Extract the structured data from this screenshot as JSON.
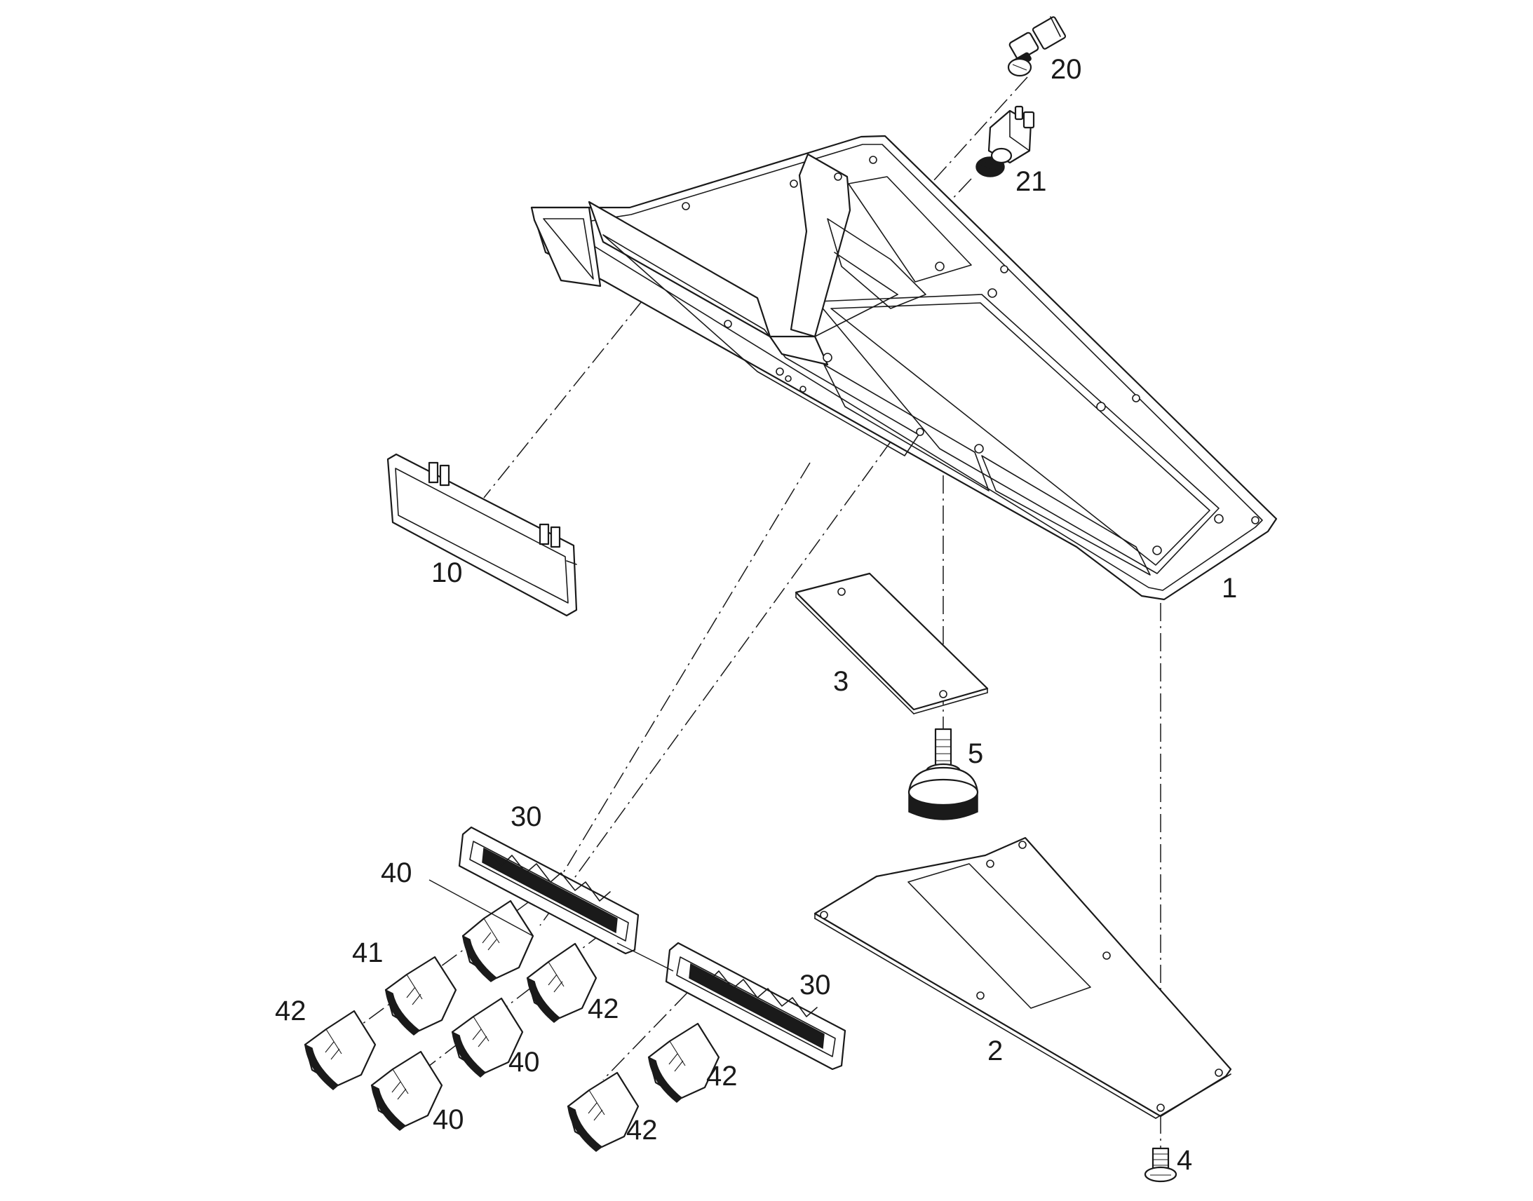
{
  "diagram": {
    "callouts": [
      "1",
      "2",
      "3",
      "4",
      "5",
      "10",
      "20",
      "21",
      "30",
      "30",
      "40",
      "40",
      "40",
      "41",
      "42",
      "42",
      "42",
      "42"
    ]
  },
  "colors": {
    "line": "#1a1a1a",
    "background": "#ffffff"
  }
}
